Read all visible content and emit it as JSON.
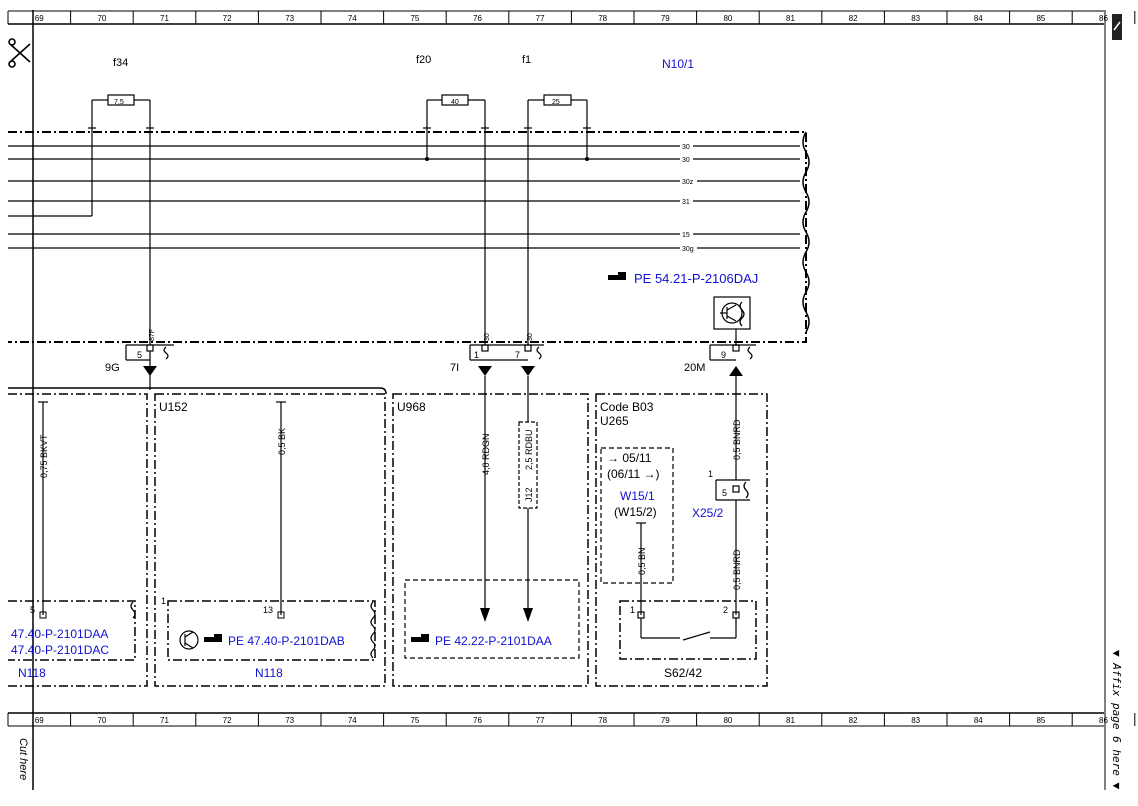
{
  "ruler": {
    "numbers": [
      "69",
      "70",
      "71",
      "72",
      "73",
      "74",
      "75",
      "76",
      "77",
      "78",
      "79",
      "80",
      "81",
      "82",
      "83",
      "84",
      "85",
      "86"
    ]
  },
  "side": {
    "affix": "▼ Affix page 6 here ▼",
    "cut": "Cut here"
  },
  "fuses": {
    "f34": {
      "label": "f34",
      "rating": "7,5"
    },
    "f20": {
      "label": "f20",
      "rating": "40"
    },
    "f1": {
      "label": "f1",
      "rating": "25"
    }
  },
  "module_top": "N10/1",
  "bus_labels": [
    "30",
    "30",
    "30z",
    "31",
    "15",
    "30g"
  ],
  "ref_pe_54": "PE 54.21-P-2106DAJ",
  "pins": {
    "p87f": "87F",
    "p5": "5",
    "c9g": "9G",
    "p30a": "30",
    "p30b": "30",
    "p1": "1",
    "p7": "7",
    "c7i": "7I",
    "p9": "9",
    "c20m": "20M",
    "p5b": "5",
    "p13": "13",
    "p1b": "1",
    "p1c": "1",
    "p1d": "1",
    "p5c": "5",
    "p2": "2"
  },
  "wires": {
    "w_bkvt": "0,75 BKVT",
    "w_bk": "0,5 BK",
    "w_rdgn": "4,0 RDGN",
    "w_rdbu": "2,5 RDBU",
    "w_j12": "J12",
    "w_bnrd": "0,5 BNRD",
    "w_bnrd2": "0,5 BNRD",
    "w_bn": "0,5 BN"
  },
  "sections": {
    "u152": "U152",
    "u968": "U968",
    "code": "Code B03",
    "u265": "U265"
  },
  "refs": {
    "r1": "47.40-P-2101DAA",
    "r2": "47.40-P-2101DAC",
    "r3": "PE 47.40-P-2101DAB",
    "r4": "PE 42.22-P-2101DAA"
  },
  "modules": {
    "n118a": "N118",
    "n118b": "N118",
    "w151": "W15/1",
    "w152": "(W15/2)",
    "x252": "X25/2",
    "s6242": "S62/42"
  },
  "dates": {
    "d1": "05/11",
    "d2": "(06/11"
  }
}
